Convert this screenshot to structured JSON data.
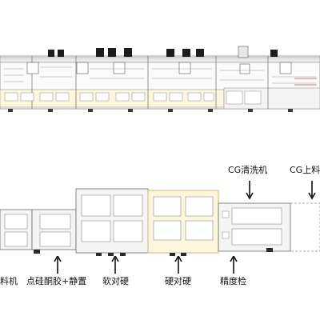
{
  "station_labels": [
    {
      "id": "unloader",
      "text": "料机"
    },
    {
      "id": "silicone",
      "text": "点硅酮胶+静置"
    },
    {
      "id": "soft-to-hard",
      "text": "软对硬"
    },
    {
      "id": "hard-to-hard",
      "text": "硬对硬"
    },
    {
      "id": "precision-check",
      "text": "精度检"
    }
  ],
  "top_labels": [
    {
      "id": "cg-cleaning",
      "text": "CG清洗机"
    },
    {
      "id": "cg-loader",
      "text": "CG上料"
    }
  ],
  "colors": {
    "line": "#6b6b6b",
    "panel_fill": "#f4f4f4",
    "highlight_fill": "#fbf6dc",
    "highlight_border": "#cdb96a",
    "bottom_band": "#fdf9e6",
    "dark": "#1c1c1c"
  }
}
